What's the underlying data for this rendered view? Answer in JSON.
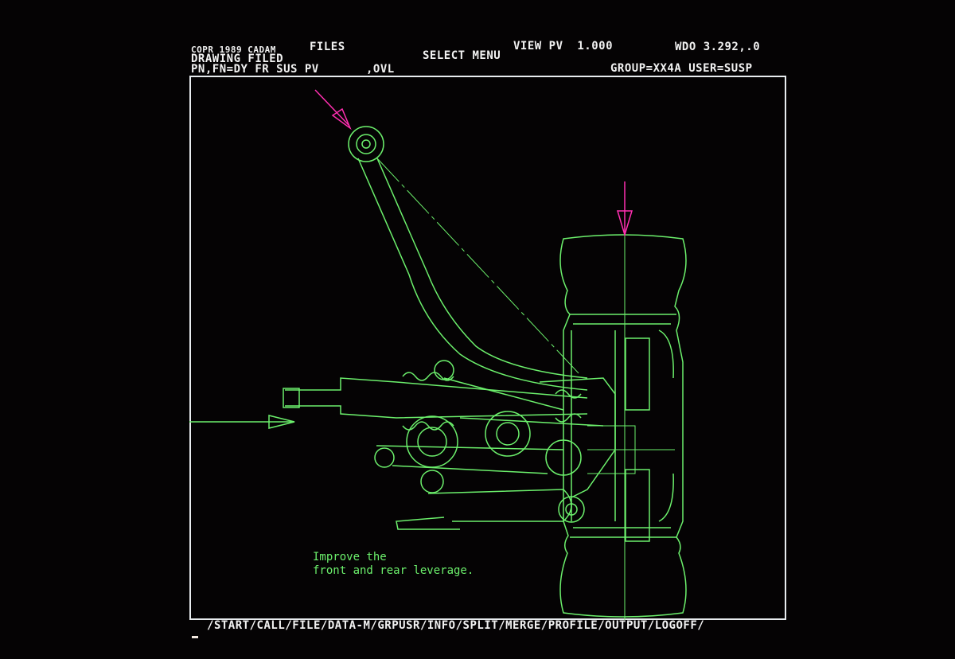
{
  "header": {
    "copyright": "COPR 1989 CADAM",
    "mode": "FILES",
    "view": "VIEW PV  1.000",
    "wdo": "WDO 3.292,.0",
    "status": "DRAWING FILED",
    "prompt": "SELECT MENU",
    "part": "PN,FN=DY FR SUS PV",
    "overlay": ",OVL",
    "group_user": "GROUP=XX4A USER=SUSP"
  },
  "drawing": {
    "annotation_line1": "Improve the",
    "annotation_line2": "front and rear leverage.",
    "colors": {
      "geometry": "#6cf06c",
      "marker": "#ff2fb0",
      "frame": "#e8ecef"
    }
  },
  "menu": {
    "items": [
      "START",
      "CALL",
      "FILE",
      "DATA-M",
      "GRPUSR",
      "INFO",
      "SPLIT",
      "MERGE",
      "PROFILE",
      "OUTPUT",
      "LOGOFF"
    ],
    "separator": "/"
  }
}
